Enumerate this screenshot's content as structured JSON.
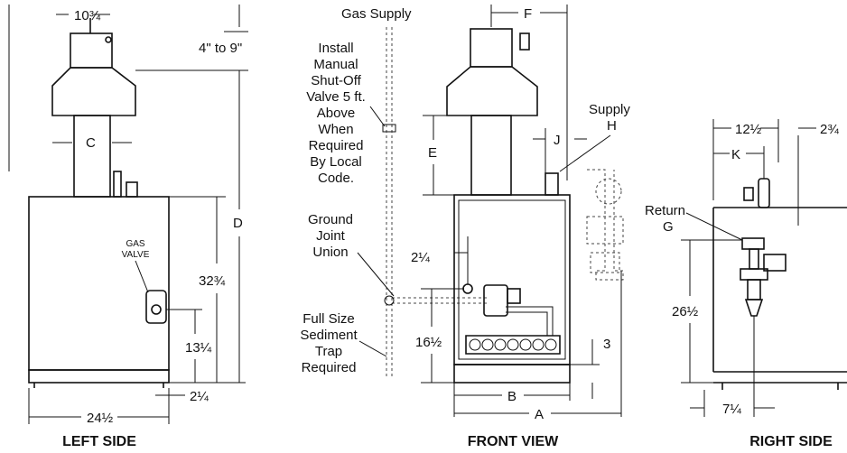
{
  "views": {
    "left_side": {
      "caption": "LEFT SIDE",
      "dims": {
        "top_width": "10¾",
        "vent_range": "4\" to 9\"",
        "c": "C",
        "d": "D",
        "height": "32¾",
        "valve_height": "13¼",
        "base_offset": "2¼",
        "width": "24½"
      },
      "gas_valve_line1": "GAS",
      "gas_valve_line2": "VALVE"
    },
    "front_view": {
      "caption": "FRONT VIEW",
      "gas_supply": "Gas Supply",
      "shutoff_note": [
        "Install",
        "Manual",
        "Shut-Off",
        "Valve 5 ft.",
        "Above",
        "When",
        "Required",
        "By Local",
        "Code."
      ],
      "union_note": [
        "Ground",
        "Joint",
        "Union"
      ],
      "trap_note": [
        "Full Size",
        "Sediment",
        "Trap",
        "Required"
      ],
      "dims": {
        "f": "F",
        "e": "E",
        "j": "J",
        "supply_label": "Supply",
        "supply_letter": "H",
        "side_offset": "2¼",
        "gas_inlet_height": "16½",
        "base_height": "3",
        "b": "B",
        "a": "A"
      }
    },
    "right_side": {
      "caption": "RIGHT SIDE",
      "dims": {
        "top_width": "12½",
        "top_right": "2¾",
        "k": "K",
        "return_label": "Return",
        "return_letter": "G",
        "return_height": "26½",
        "bottom_offset": "7¼"
      }
    }
  }
}
